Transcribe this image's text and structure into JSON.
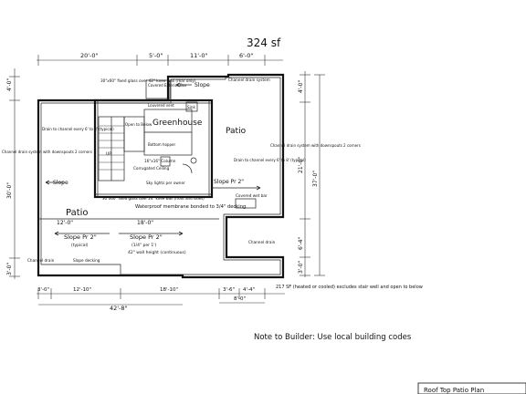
{
  "header": {
    "area": "324 sf"
  },
  "dims_top": [
    "20'-0\"",
    "5'-0\"",
    "11'-0\"",
    "6'-0\""
  ],
  "dims_bottom": [
    "3'-0\"",
    "12'-10\"",
    "18'-10\"",
    "3'-6\"",
    "4'-4\""
  ],
  "dim_overall_bottom": "42'-8\"",
  "dim_right_lower": "8'-0\"",
  "dims_left": [
    "4'-0\"",
    "30'-0\"",
    "3'-0\""
  ],
  "dims_right": [
    "4'-0\"",
    "21'-0\"",
    "6'-4\"",
    "3'-0\"",
    "37'-0\""
  ],
  "labels": {
    "channel_drain_top": "Channel drain system",
    "covered_exterior_box": "Covered Exterior Box",
    "louvered_vent": "Louvered vent",
    "sink": "Sink",
    "slope_top": "Slope",
    "glass_top": "30\"x60\" fixed glass over 42\" knee wall (rear only)",
    "greenhouse": "Greenhouse",
    "patio_right": "Patio",
    "open_below": "Open to Below",
    "bottom_hopper": "Bottom hopper",
    "up": "UP",
    "channel_left": "Channel drain system with downspouts 2 corners",
    "drain_left": "Drain to channel every 6' to 8' (typical)",
    "channel_right": "Channel drain system with downspouts 2 corners",
    "drain_right": "Drain to channel every 6' to 8' (typical)",
    "column": "16\"x16\" Column",
    "corrugated_ceiling": "Corrugated Ceiling",
    "sky_lights": "Sky lights per owner",
    "slope_left": "Slope",
    "slope_right": "Slope Pr 2\"",
    "glass_bottom": "30\"x60\" fixed glass over 24\" knee wall (front and sides)",
    "waterproof": "Waterproof membrane bonded to 3/4\" decking",
    "patio_left": "Patio",
    "dim_12": "12'-0\"",
    "dim_18": "18'-0\"",
    "slope_a": "Slope Pr 2\"",
    "slope_a_sub": "(typical)",
    "slope_b": "Slope Pr 2\"",
    "slope_b_sub": "(1/4\" per 1')",
    "wall_height": "42\" wall height (continuous)",
    "covered_wet_bar": "Covered wet bar",
    "channel_drain_r": "Channel drain",
    "channel_drain_l": "Channel drain",
    "slope_decking": "Slope decking",
    "note_217": "217 SF (heated or cooled) excludes stair well and open to below"
  },
  "note": "Note to Builder: Use local building codes",
  "title_block": "Roof Top Patio Plan"
}
